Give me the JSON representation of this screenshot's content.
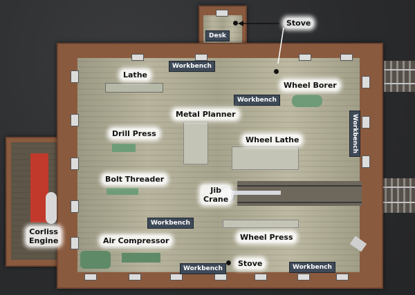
{
  "labels": {
    "stove_top": "Stove",
    "desk": "Desk",
    "lathe": "Lathe",
    "wheel_borer": "Wheel Borer",
    "metal_planner": "Metal Planner",
    "drill_press": "Drill Press",
    "wheel_lathe": "Wheel Lathe",
    "bolt_threader": "Bolt Threader",
    "jib_crane_1": "Jib",
    "jib_crane_2": "Crane",
    "corliss_1": "Corliss",
    "corliss_2": "Engine",
    "air_compressor": "Air Compressor",
    "wheel_press": "Wheel Press",
    "stove_bottom": "Stove"
  },
  "workbenches": {
    "top": "Workbench",
    "mid": "Workbench",
    "right": "Workbench",
    "lower_left": "Workbench",
    "bottom_center": "Workbench",
    "bottom_right": "Workbench"
  }
}
